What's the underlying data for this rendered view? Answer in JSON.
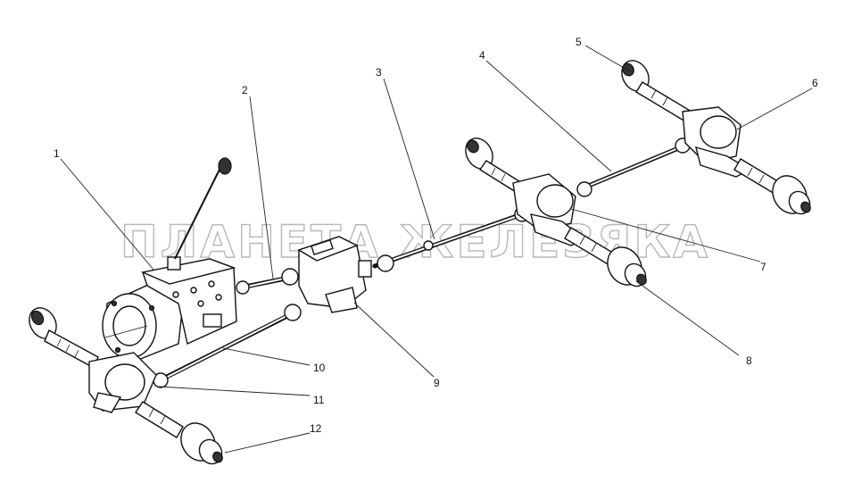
{
  "watermark": "ПЛАНЕТА ЖЕЛЕЗЯКА",
  "callouts": [
    {
      "id": "c1",
      "label": "1"
    },
    {
      "id": "c2",
      "label": "2"
    },
    {
      "id": "c3",
      "label": "3"
    },
    {
      "id": "c4",
      "label": "4"
    },
    {
      "id": "c5",
      "label": "5"
    },
    {
      "id": "c6",
      "label": "6"
    },
    {
      "id": "c7",
      "label": "7"
    },
    {
      "id": "c8",
      "label": "8"
    },
    {
      "id": "c9",
      "label": "9"
    },
    {
      "id": "c10",
      "label": "10"
    },
    {
      "id": "c11",
      "label": "11"
    },
    {
      "id": "c12",
      "label": "12"
    }
  ]
}
